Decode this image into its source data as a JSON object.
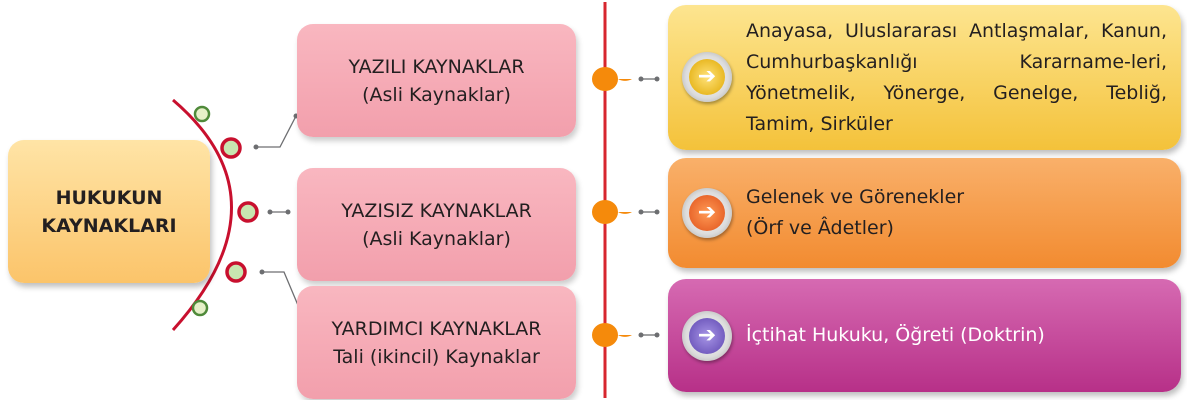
{
  "root": {
    "line1": "HUKUKUN",
    "line2": "KAYNAKLARI"
  },
  "categories": [
    {
      "line1": "YAZILI KAYNAKLAR",
      "line2": "(Asli Kaynaklar)"
    },
    {
      "line1": "YAZISIZ KAYNAKLAR",
      "line2": "(Asli Kaynaklar)"
    },
    {
      "line1": "YARDIMCI KAYNAKLAR",
      "line2": "Tali (ikincil) Kaynaklar"
    }
  ],
  "details": [
    {
      "text": "Anayasa, Uluslararası Antlaşmalar, Kanun, Cumhurbaşkanlığı Kararname-leri, Yönetmelik, Yönerge, Genelge, Tebliğ, Tamim, Sirküler"
    },
    {
      "line1": "Gelenek ve Görenekler",
      "line2": "(Örf ve Âdetler)"
    },
    {
      "text": "İçtihat Hukuku, Öğreti (Doktrin)"
    }
  ],
  "colors": {
    "root": "#fbc46a",
    "category": "#f29fac",
    "divider": "#d7262e",
    "arc": "#c8102e",
    "detail_yellow": "#f4c23a",
    "detail_orange": "#f28b30",
    "detail_magenta": "#b73088"
  }
}
